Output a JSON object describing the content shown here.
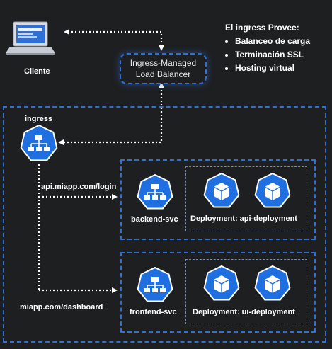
{
  "client": {
    "label": "Cliente",
    "icon": "laptop-icon"
  },
  "load_balancer": {
    "line1": "Ingress-Managed",
    "line2": "Load Balancer"
  },
  "features": {
    "title": "El ingress Provee:",
    "items": [
      "Balanceo de carga",
      "Terminación SSL",
      "Hosting virtual"
    ]
  },
  "ingress": {
    "label": "ingress",
    "icon": "sitemap-icon"
  },
  "routes": {
    "api": "api.miapp.com/login",
    "dashboard": "miapp.com/dashboard"
  },
  "backend": {
    "service": "backend-svc",
    "service_icon": "sitemap-icon",
    "deployment": "Deployment: api-deployment",
    "pod_icon": "cube-icon"
  },
  "frontend": {
    "service": "frontend-svc",
    "service_icon": "sitemap-icon",
    "deployment": "Deployment: ui-deployment",
    "pod_icon": "cube-icon"
  },
  "colors": {
    "background": "#1e1f21",
    "accent_blue": "#2f6fd6",
    "icon_blue": "#1f6fe0",
    "connector": "#ffffff"
  }
}
